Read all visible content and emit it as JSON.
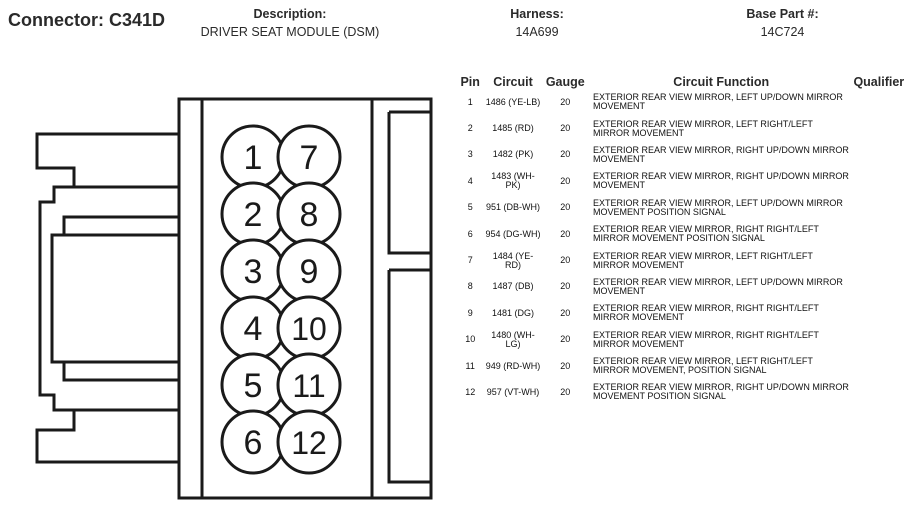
{
  "connector": {
    "label": "Connector: C341D"
  },
  "description": {
    "label": "Description:",
    "value": "DRIVER SEAT MODULE (DSM)"
  },
  "harness": {
    "label": "Harness:",
    "value": "14A699"
  },
  "base_part": {
    "label": "Base Part #:",
    "value": "14C724"
  },
  "table": {
    "headers": {
      "pin": "Pin",
      "circuit": "Circuit",
      "gauge": "Gauge",
      "function": "Circuit Function",
      "qualifier": "Qualifier"
    },
    "rows": [
      {
        "pin": "1",
        "circuit": "1486 (YE-LB)",
        "gauge": "20",
        "function": "EXTERIOR REAR VIEW MIRROR, LEFT UP/DOWN MIRROR MOVEMENT",
        "qualifier": ""
      },
      {
        "pin": "2",
        "circuit": "1485 (RD)",
        "gauge": "20",
        "function": "EXTERIOR REAR VIEW MIRROR, LEFT RIGHT/LEFT MIRROR MOVEMENT",
        "qualifier": ""
      },
      {
        "pin": "3",
        "circuit": "1482 (PK)",
        "gauge": "20",
        "function": "EXTERIOR REAR VIEW MIRROR, RIGHT UP/DOWN MIRROR MOVEMENT",
        "qualifier": ""
      },
      {
        "pin": "4",
        "circuit": "1483 (WH-PK)",
        "gauge": "20",
        "function": "EXTERIOR REAR VIEW MIRROR, RIGHT UP/DOWN MIRROR MOVEMENT",
        "qualifier": ""
      },
      {
        "pin": "5",
        "circuit": "951 (DB-WH)",
        "gauge": "20",
        "function": "EXTERIOR REAR VIEW MIRROR, LEFT UP/DOWN MIRROR MOVEMENT POSITION SIGNAL",
        "qualifier": ""
      },
      {
        "pin": "6",
        "circuit": "954 (DG-WH)",
        "gauge": "20",
        "function": "EXTERIOR REAR VIEW MIRROR, RIGHT RIGHT/LEFT MIRROR MOVEMENT POSITION SIGNAL",
        "qualifier": ""
      },
      {
        "pin": "7",
        "circuit": "1484 (YE-RD)",
        "gauge": "20",
        "function": "EXTERIOR REAR VIEW MIRROR, LEFT RIGHT/LEFT MIRROR MOVEMENT",
        "qualifier": ""
      },
      {
        "pin": "8",
        "circuit": "1487 (DB)",
        "gauge": "20",
        "function": "EXTERIOR REAR VIEW MIRROR, LEFT UP/DOWN MIRROR MOVEMENT",
        "qualifier": ""
      },
      {
        "pin": "9",
        "circuit": "1481 (DG)",
        "gauge": "20",
        "function": "EXTERIOR REAR VIEW MIRROR, RIGHT RIGHT/LEFT MIRROR MOVEMENT",
        "qualifier": ""
      },
      {
        "pin": "10",
        "circuit": "1480 (WH-LG)",
        "gauge": "20",
        "function": "EXTERIOR REAR VIEW MIRROR, RIGHT RIGHT/LEFT MIRROR MOVEMENT",
        "qualifier": ""
      },
      {
        "pin": "11",
        "circuit": "949 (RD-WH)",
        "gauge": "20",
        "function": "EXTERIOR REAR VIEW MIRROR, LEFT RIGHT/LEFT MIRROR MOVEMENT, POSITION SIGNAL",
        "qualifier": ""
      },
      {
        "pin": "12",
        "circuit": "957 (VT-WH)",
        "gauge": "20",
        "function": "EXTERIOR REAR VIEW MIRROR, RIGHT UP/DOWN MIRROR MOVEMENT POSITION SIGNAL",
        "qualifier": ""
      }
    ]
  },
  "diagram": {
    "cavities": [
      {
        "label": "1",
        "col": 0,
        "row": 0
      },
      {
        "label": "7",
        "col": 1,
        "row": 0
      },
      {
        "label": "2",
        "col": 0,
        "row": 1
      },
      {
        "label": "8",
        "col": 1,
        "row": 1
      },
      {
        "label": "3",
        "col": 0,
        "row": 2
      },
      {
        "label": "9",
        "col": 1,
        "row": 2
      },
      {
        "label": "4",
        "col": 0,
        "row": 3
      },
      {
        "label": "10",
        "col": 1,
        "row": 3
      },
      {
        "label": "5",
        "col": 0,
        "row": 4
      },
      {
        "label": "11",
        "col": 1,
        "row": 4
      },
      {
        "label": "6",
        "col": 0,
        "row": 5
      },
      {
        "label": "12",
        "col": 1,
        "row": 5
      }
    ]
  }
}
